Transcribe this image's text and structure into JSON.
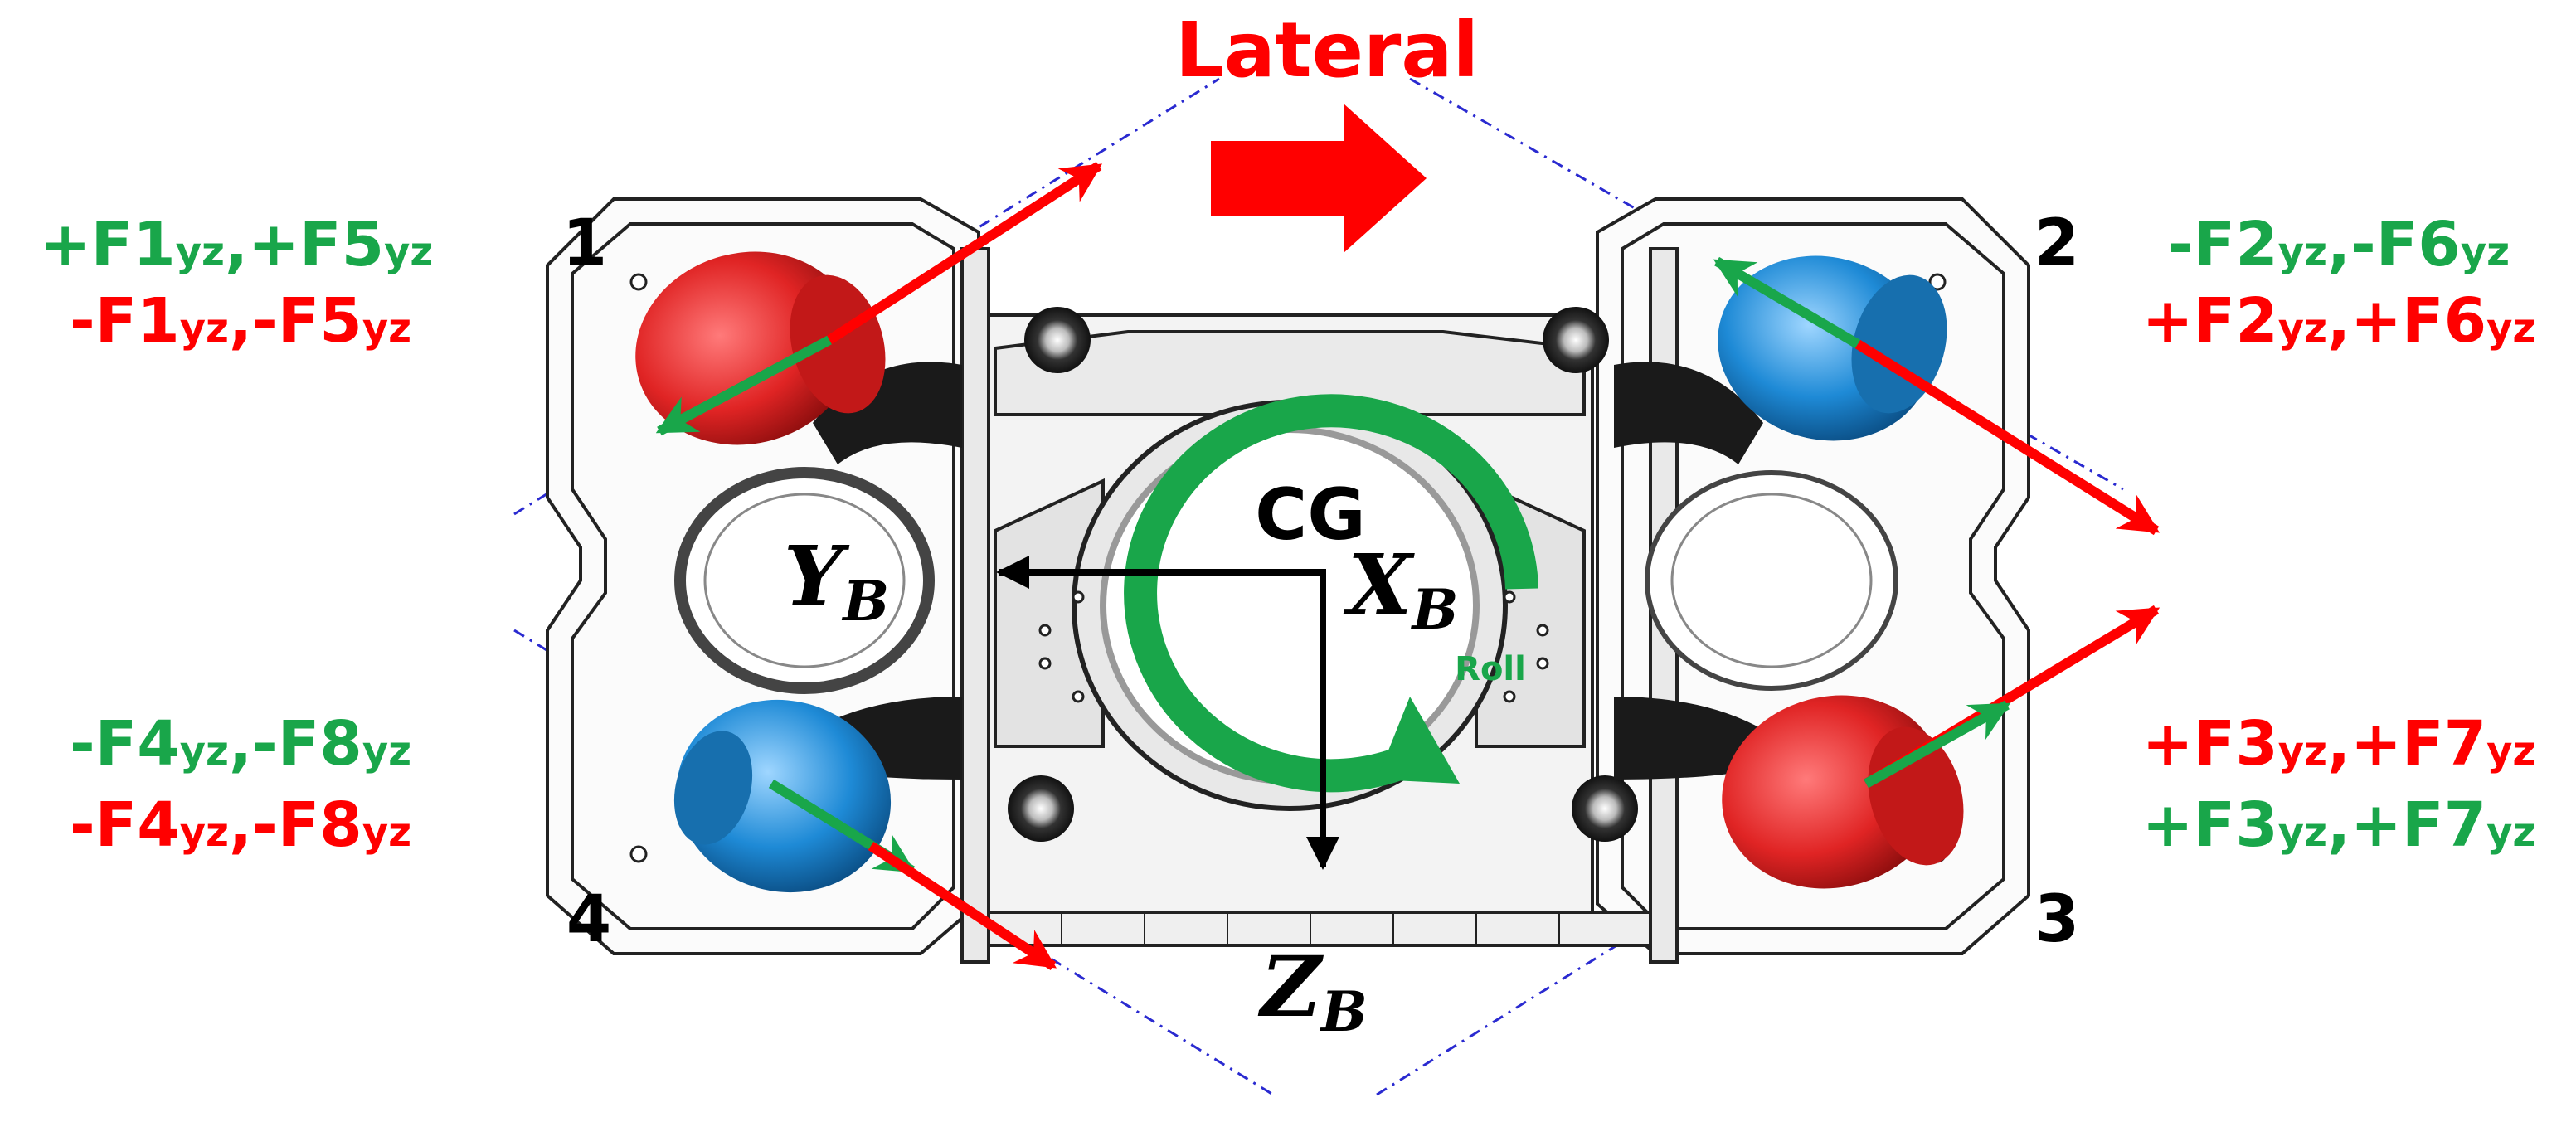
{
  "diagram": {
    "direction_label": "Lateral",
    "cg_label": "CG",
    "roll_label": "Roll",
    "axes": {
      "y": {
        "base": "Y",
        "sub": "B"
      },
      "x": {
        "base": "X",
        "sub": "B"
      },
      "z": {
        "base": "Z",
        "sub": "B"
      }
    },
    "thrusters": [
      {
        "id": "1",
        "line_top": [
          "+F1",
          "yz",
          ",+F5",
          "yz"
        ],
        "line_bottom": [
          "-F1",
          "yz",
          ",-F5",
          "yz"
        ]
      },
      {
        "id": "2",
        "line_top": [
          "-F2",
          "yz",
          ",-F6",
          "yz"
        ],
        "line_bottom": [
          "+F2",
          "yz",
          ",+F6",
          "yz"
        ]
      },
      {
        "id": "3",
        "line_top": [
          "+F3",
          "yz",
          ",+F7",
          "yz"
        ],
        "line_bottom": [
          "+F3",
          "yz",
          ",+F7",
          "yz"
        ]
      },
      {
        "id": "4",
        "line_top": [
          "-F4",
          "yz",
          ",-F8",
          "yz"
        ],
        "line_bottom": [
          "-F4",
          "yz",
          ",-F8",
          "yz"
        ]
      }
    ],
    "colors": {
      "red": "#ff0000",
      "green": "#19a64a",
      "blue_thruster": "#1e8ad6",
      "red_thruster": "#e02424",
      "dash": "#2a2ad0"
    }
  }
}
